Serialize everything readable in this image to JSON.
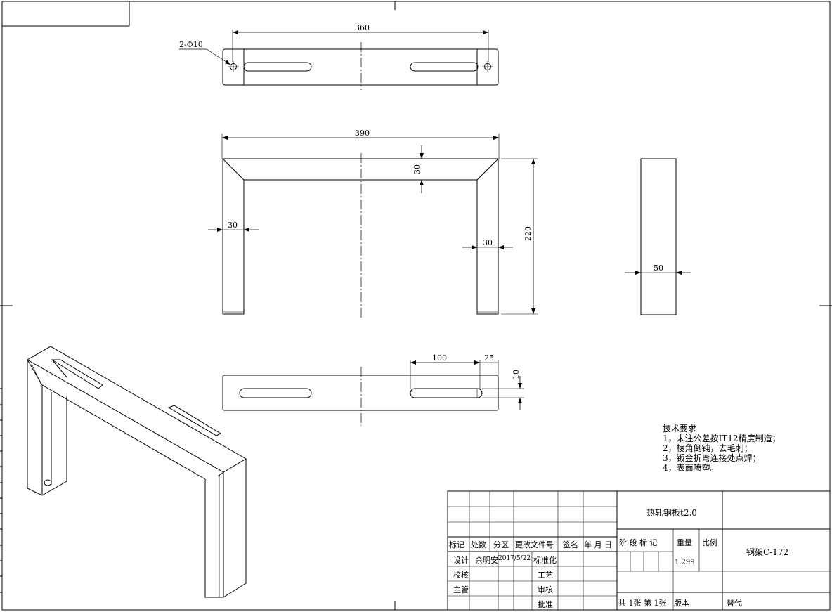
{
  "dimensions": {
    "top_width": "360",
    "holes": "2-Φ10",
    "front_width": "390",
    "front_height": "220",
    "top_thickness": "30",
    "left_thickness": "30",
    "right_thickness": "30",
    "side_width": "50",
    "slot_length": "100",
    "slot_end": "25",
    "slot_width": "10"
  },
  "tech_requirements": {
    "title": "技术要求",
    "items": [
      "1，未注公差按IT12精度制造；",
      "2，棱角倒钝，去毛刺；",
      "3，钣金折弯连接处点焊；",
      "4，表面喷塑。"
    ]
  },
  "title_block": {
    "material": "热轧钢板t2.0",
    "part_name": "钢架C-172",
    "header_row": [
      "标记",
      "处数",
      "分区",
      "更改文件号",
      "签名",
      "年 月 日"
    ],
    "stage_label": "阶 段 标 记",
    "weight_label": "重量",
    "scale_label": "比例",
    "weight_value": "1.299",
    "design_label": "设计",
    "designer": "余明安",
    "design_date": "2017/5/22",
    "standardization_label": "标准化",
    "check_label": "校核",
    "process_label": "工艺",
    "supervisor_label": "主管",
    "review_label": "审核",
    "approve_label": "批准",
    "sheet_info": "共 1张 第 1张",
    "version_label": "版本",
    "replace_label": "替代"
  }
}
